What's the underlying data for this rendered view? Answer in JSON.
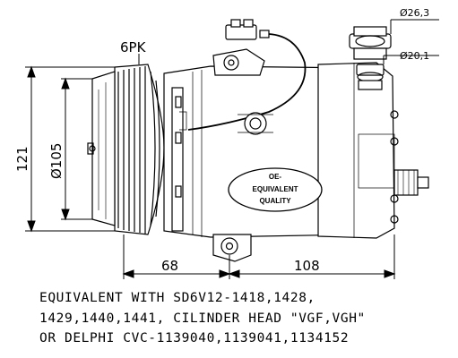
{
  "dimensions": {
    "belt": "6PK",
    "overall_height": "121",
    "pulley_diameter": "Ø105",
    "outlet_diameter": "Ø26,3",
    "inlet_diameter": "Ø20,1",
    "pulley_to_mount": "68",
    "mount_to_rear": "108"
  },
  "badge": {
    "line1": "OE-",
    "line2": "EQUIVALENT",
    "line3": "QUALITY"
  },
  "caption": [
    "EQUIVALENT WITH SD6V12-1418,1428,",
    "1429,1440,1441, CILINDER HEAD \"VGF,VGH\"",
    "OR DELPHI CVC-1139040,1139041,1134152"
  ]
}
